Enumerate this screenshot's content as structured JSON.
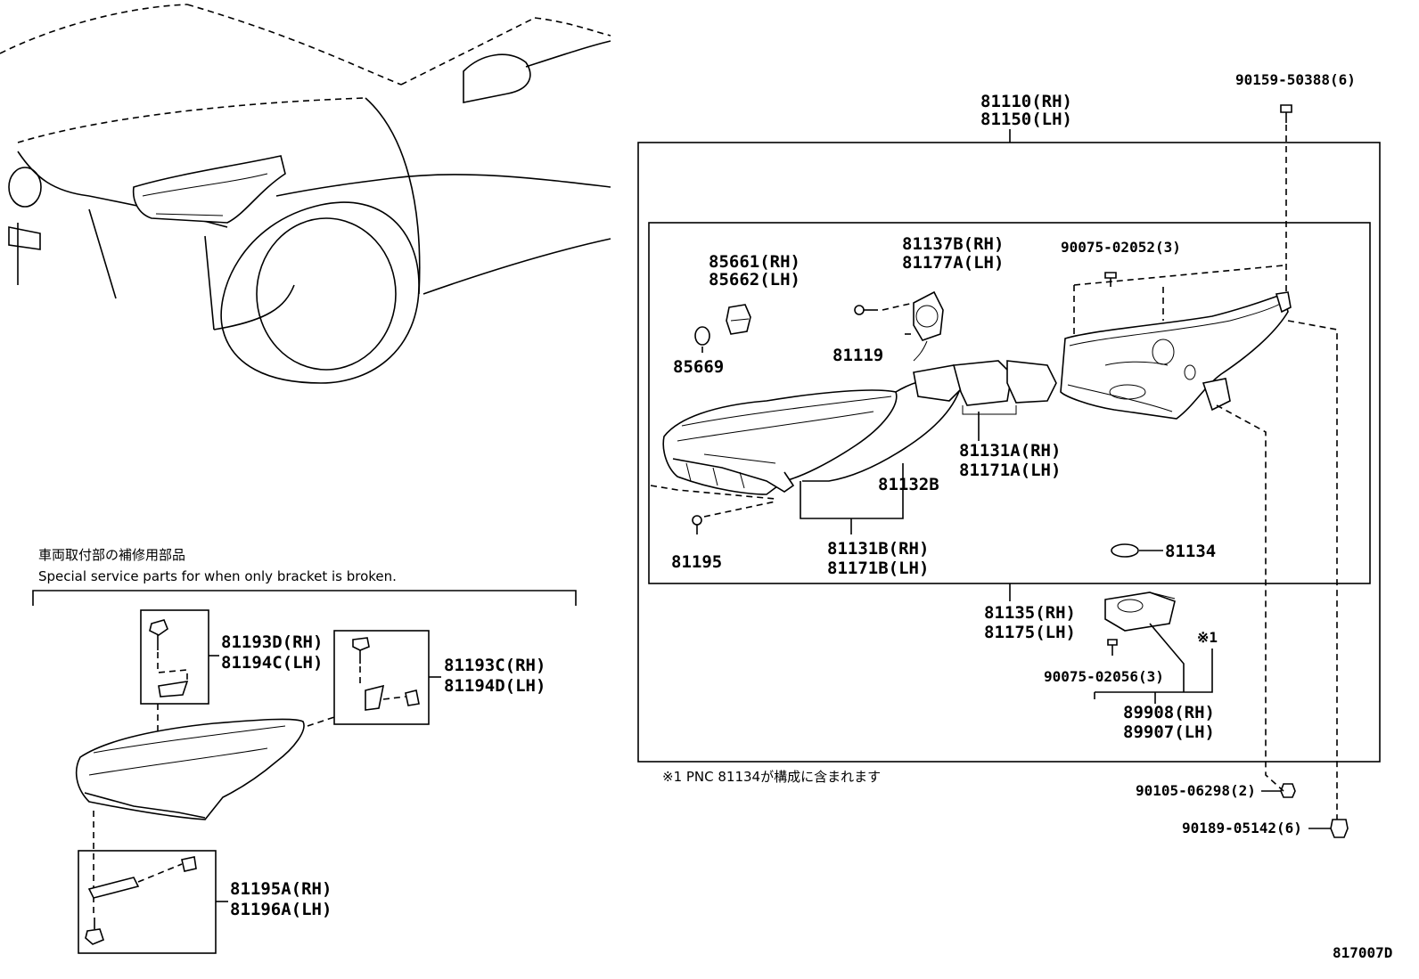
{
  "labels": {
    "p81110": "81110(RH)",
    "p81150": "81150(LH)",
    "p90159": "90159-50388(6)",
    "p85661": "85661(RH)",
    "p85662": "85662(LH)",
    "p85669": "85669",
    "p81137b": "81137B(RH)",
    "p81177a": "81177A(LH)",
    "p81119": "81119",
    "p90075a": "90075-02052(3)",
    "p81131a": "81131A(RH)",
    "p81171a": "81171A(LH)",
    "p81132b": "81132B",
    "p81195": "81195",
    "p81131b": "81131B(RH)",
    "p81171b": "81171B(LH)",
    "p81134": "81134",
    "p81135": "81135(RH)",
    "p81175": "81175(LH)",
    "mark1": "※1",
    "p90075b": "90075-02056(3)",
    "p89908": "89908(RH)",
    "p89907": "89907(LH)",
    "p90105": "90105-06298(2)",
    "p90189": "90189-05142(6)",
    "p81193d": "81193D(RH)",
    "p81194c": "81194C(LH)",
    "p81193c": "81193C(RH)",
    "p81194d": "81194D(LH)",
    "p81195a": "81195A(RH)",
    "p81196a": "81196A(LH)"
  },
  "notes": {
    "service_jp": "車両取付部の補修用部品",
    "service_en": "Special service parts for when only bracket is broken.",
    "footnote": "※1  PNC 81134が構成に含まれます"
  },
  "figure_id": "817007D"
}
